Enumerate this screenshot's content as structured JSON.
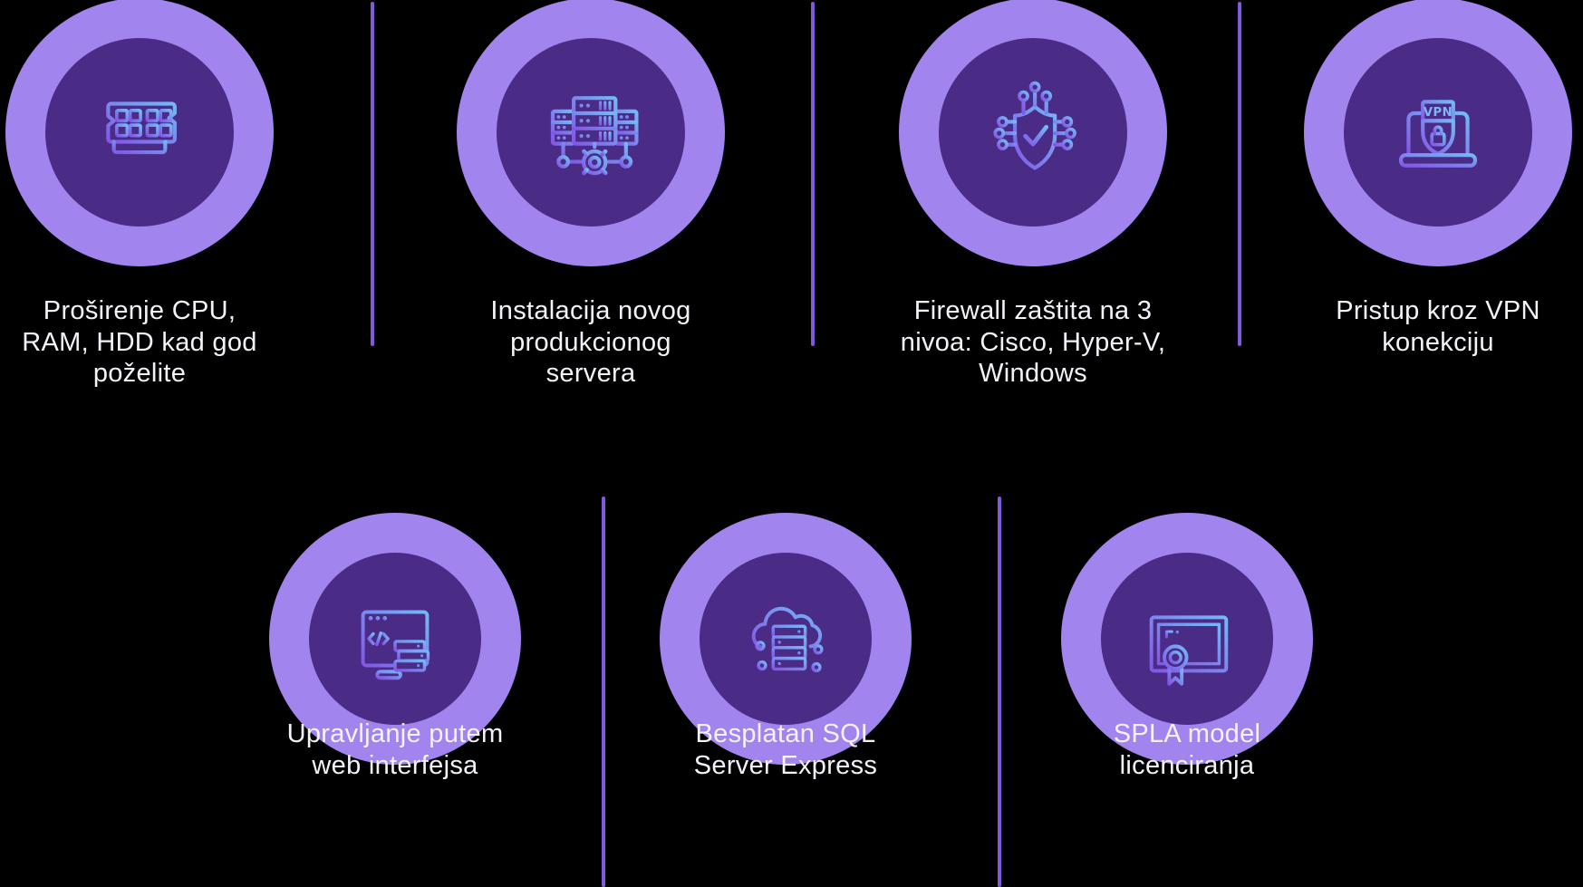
{
  "panel": {
    "background": "#000000"
  },
  "colors": {
    "outer_circle": "#a284ee",
    "inner_circle": "#4a2c86",
    "divider": "#8059dd",
    "icon_gradient_start": "#8257e6",
    "icon_gradient_end": "#74b9f6",
    "caption_text": "#f4f2f8"
  },
  "features": [
    {
      "icon": "ram-icon",
      "lines": [
        "Proširenje CPU,",
        "RAM, HDD kad god",
        "poželite"
      ]
    },
    {
      "icon": "server-installation-icon",
      "lines": [
        "Instalacija novog",
        "produkcionog",
        "servera"
      ]
    },
    {
      "icon": "firewall-shield-icon",
      "lines": [
        "Firewall zaštita na 3",
        "nivoa: Cisco, Hyper-V,",
        "Windows"
      ]
    },
    {
      "icon": "vpn-laptop-icon",
      "lines": [
        "Pristup kroz VPN",
        "konekciju"
      ]
    },
    {
      "icon": "web-interface-icon",
      "lines": [
        "Upravljanje putem",
        "web interfejsa"
      ]
    },
    {
      "icon": "sql-cloud-server-icon",
      "lines": [
        "Besplatan SQL",
        "Server Express"
      ]
    },
    {
      "icon": "spla-certificate-icon",
      "lines": [
        "SPLA model",
        "licenciranja"
      ]
    }
  ],
  "vpn_badge_label": "VPN"
}
